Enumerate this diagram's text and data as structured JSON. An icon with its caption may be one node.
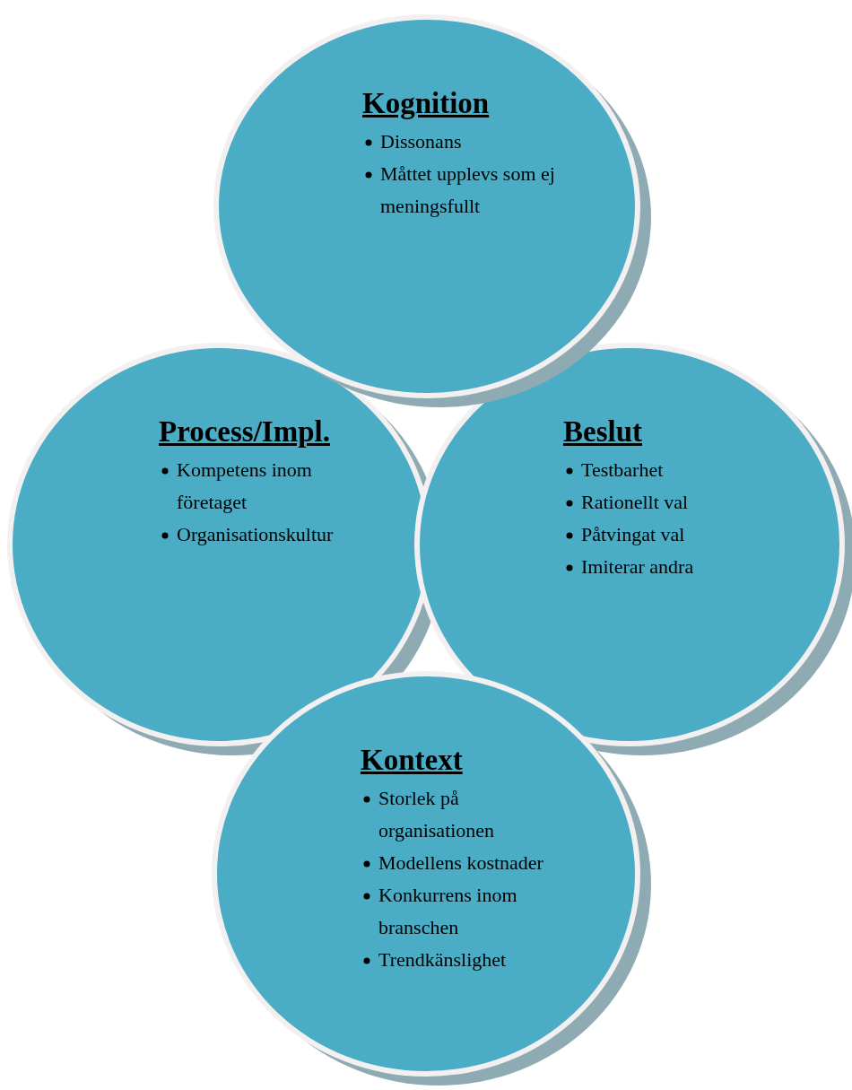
{
  "diagram": {
    "nodes": [
      {
        "text": [
          "Kognition",
          "Dissonans",
          "Måttet upplevs som ej meningsfullt"
        ]
      },
      {
        "text": [
          "Process/Impl.",
          "Kompetens inom företaget",
          "Organisationskultur"
        ]
      },
      {
        "text": [
          "Beslut",
          "Testbarhet",
          "Rationellt val",
          "Påtvingat val",
          "Imiterar andra"
        ]
      },
      {
        "text": [
          "Kontext",
          "Storlek på organisationen",
          "Modellens kostnader",
          "Konkurrens inom branschen",
          "Trendkänslighet"
        ]
      }
    ]
  }
}
